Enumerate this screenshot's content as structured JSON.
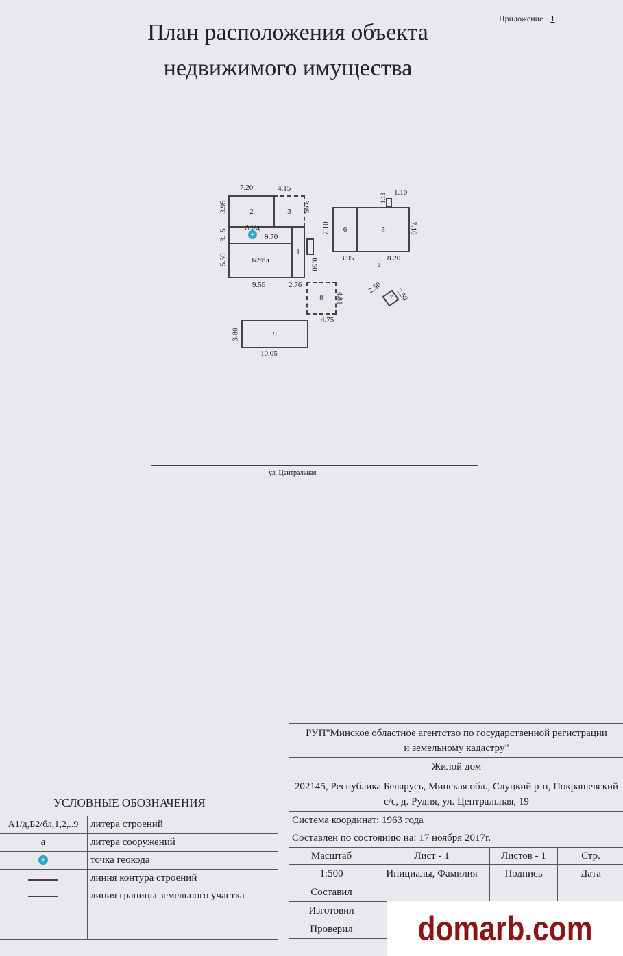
{
  "appendix": {
    "label": "Приложение",
    "number": "1"
  },
  "title": {
    "line1": "План расположения объекта",
    "line2": "недвижимого имущества"
  },
  "plan": {
    "rooms": {
      "r2": "2",
      "r3": "3",
      "a1": "А1/д",
      "b2": "Б2/бл",
      "r1": "1",
      "r6": "6",
      "r5": "5",
      "r8": "8",
      "r7": "7",
      "r9": "9"
    },
    "dims": {
      "d720": "7.20",
      "d415": "4.15",
      "d395a": "3.95",
      "d395b": "3.95",
      "d315": "3.15",
      "d970": "9.70",
      "d550": "5.50",
      "d850": "8.50",
      "d956": "9.56",
      "d276": "2.76",
      "d481": "4.81",
      "d475": "4.75",
      "d380": "3.80",
      "d1005": "10.05",
      "d113": "1.13",
      "d110": "1.10",
      "d710a": "7.10",
      "d710b": "7.10",
      "d395c": "3.95",
      "d820": "8.20",
      "d250a": "2.50",
      "d250b": "2.50"
    },
    "structure_letter": "а",
    "street": "ул. Центральная"
  },
  "legend": {
    "title": "УСЛОВНЫЕ ОБОЗНАЧЕНИЯ",
    "rows": [
      {
        "sym": "А1/д,Б2/бл,1,2,..9",
        "desc": "литера строений"
      },
      {
        "sym": "а",
        "desc": "литера сооружений"
      },
      {
        "sym": "",
        "desc": "точка геокода"
      },
      {
        "sym": "",
        "desc": "линия контура строений"
      },
      {
        "sym": "",
        "desc": "линия границы земельного участка"
      }
    ]
  },
  "stamp": {
    "org": "РУП\"Минское областное агентство по государственной регистрации и земельному кадастру\"",
    "object": "Жилой дом",
    "address": "202145, Республика Беларусь, Минская обл., Слуцкий р-н, Покрашевский с/с, д. Рудня, ул. Центральная, 19",
    "coords": "Система координат: 1963 года",
    "date": "Составлен по состоянию на: 17 ноября 2017г.",
    "scale_label": "Масштаб",
    "sheet": "Лист - 1",
    "sheets": "Листов - 1",
    "page": "Стр.",
    "scale": "1:500",
    "initials": "Инициалы, Фамилия",
    "signature": "Подпись",
    "date_col": "Дата",
    "compiled": "Составил",
    "made": "Изготовил",
    "checked": "Проверил"
  },
  "watermark": "domarb.com"
}
